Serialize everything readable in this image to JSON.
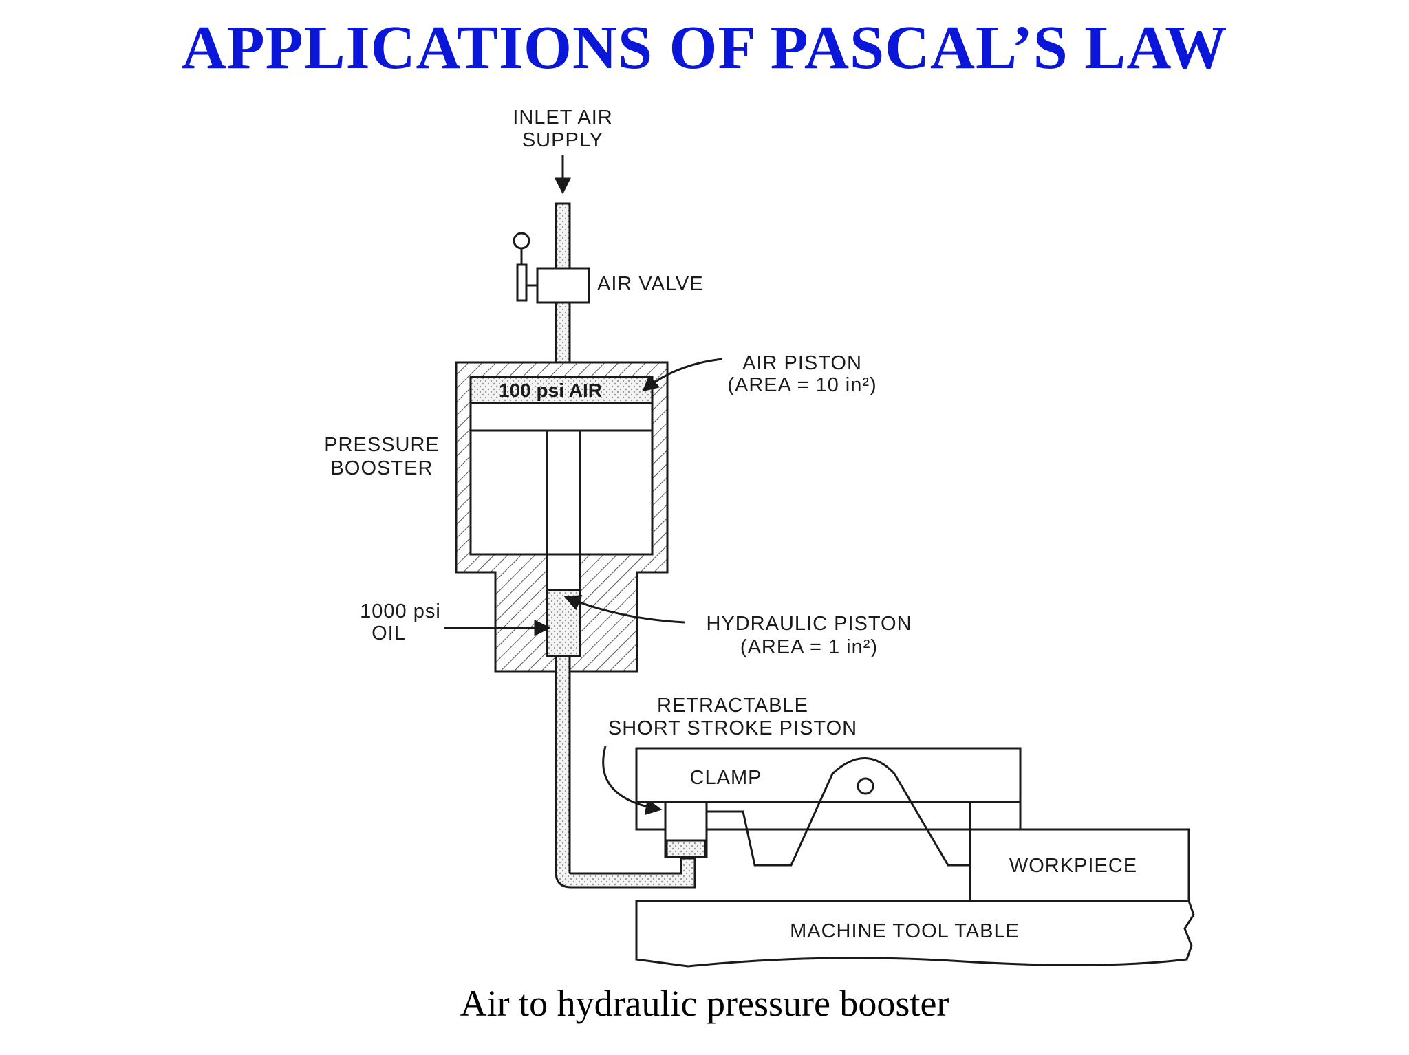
{
  "slide": {
    "title": "APPLICATIONS OF PASCAL’S LAW",
    "caption": "Air to hydraulic pressure booster"
  },
  "diagram": {
    "labels": {
      "inlet_air_line1": "INLET AIR",
      "inlet_air_line2": "SUPPLY",
      "air_valve": "AIR VALVE",
      "air_in_chamber": "100 psi AIR",
      "air_piston_line1": "AIR PISTON",
      "air_piston_line2": "(AREA = 10 in²)",
      "pressure_booster_line1": "PRESSURE",
      "pressure_booster_line2": "BOOSTER",
      "oil_line1": "1000 psi",
      "oil_line2": "OIL",
      "hydraulic_piston_line1": "HYDRAULIC PISTON",
      "hydraulic_piston_line2": "(AREA = 1 in²)",
      "retractable_line1": "RETRACTABLE",
      "retractable_line2": "SHORT STROKE PISTON",
      "clamp": "CLAMP",
      "workpiece": "WORKPIECE",
      "machine_tool_table": "MACHINE TOOL TABLE"
    }
  }
}
